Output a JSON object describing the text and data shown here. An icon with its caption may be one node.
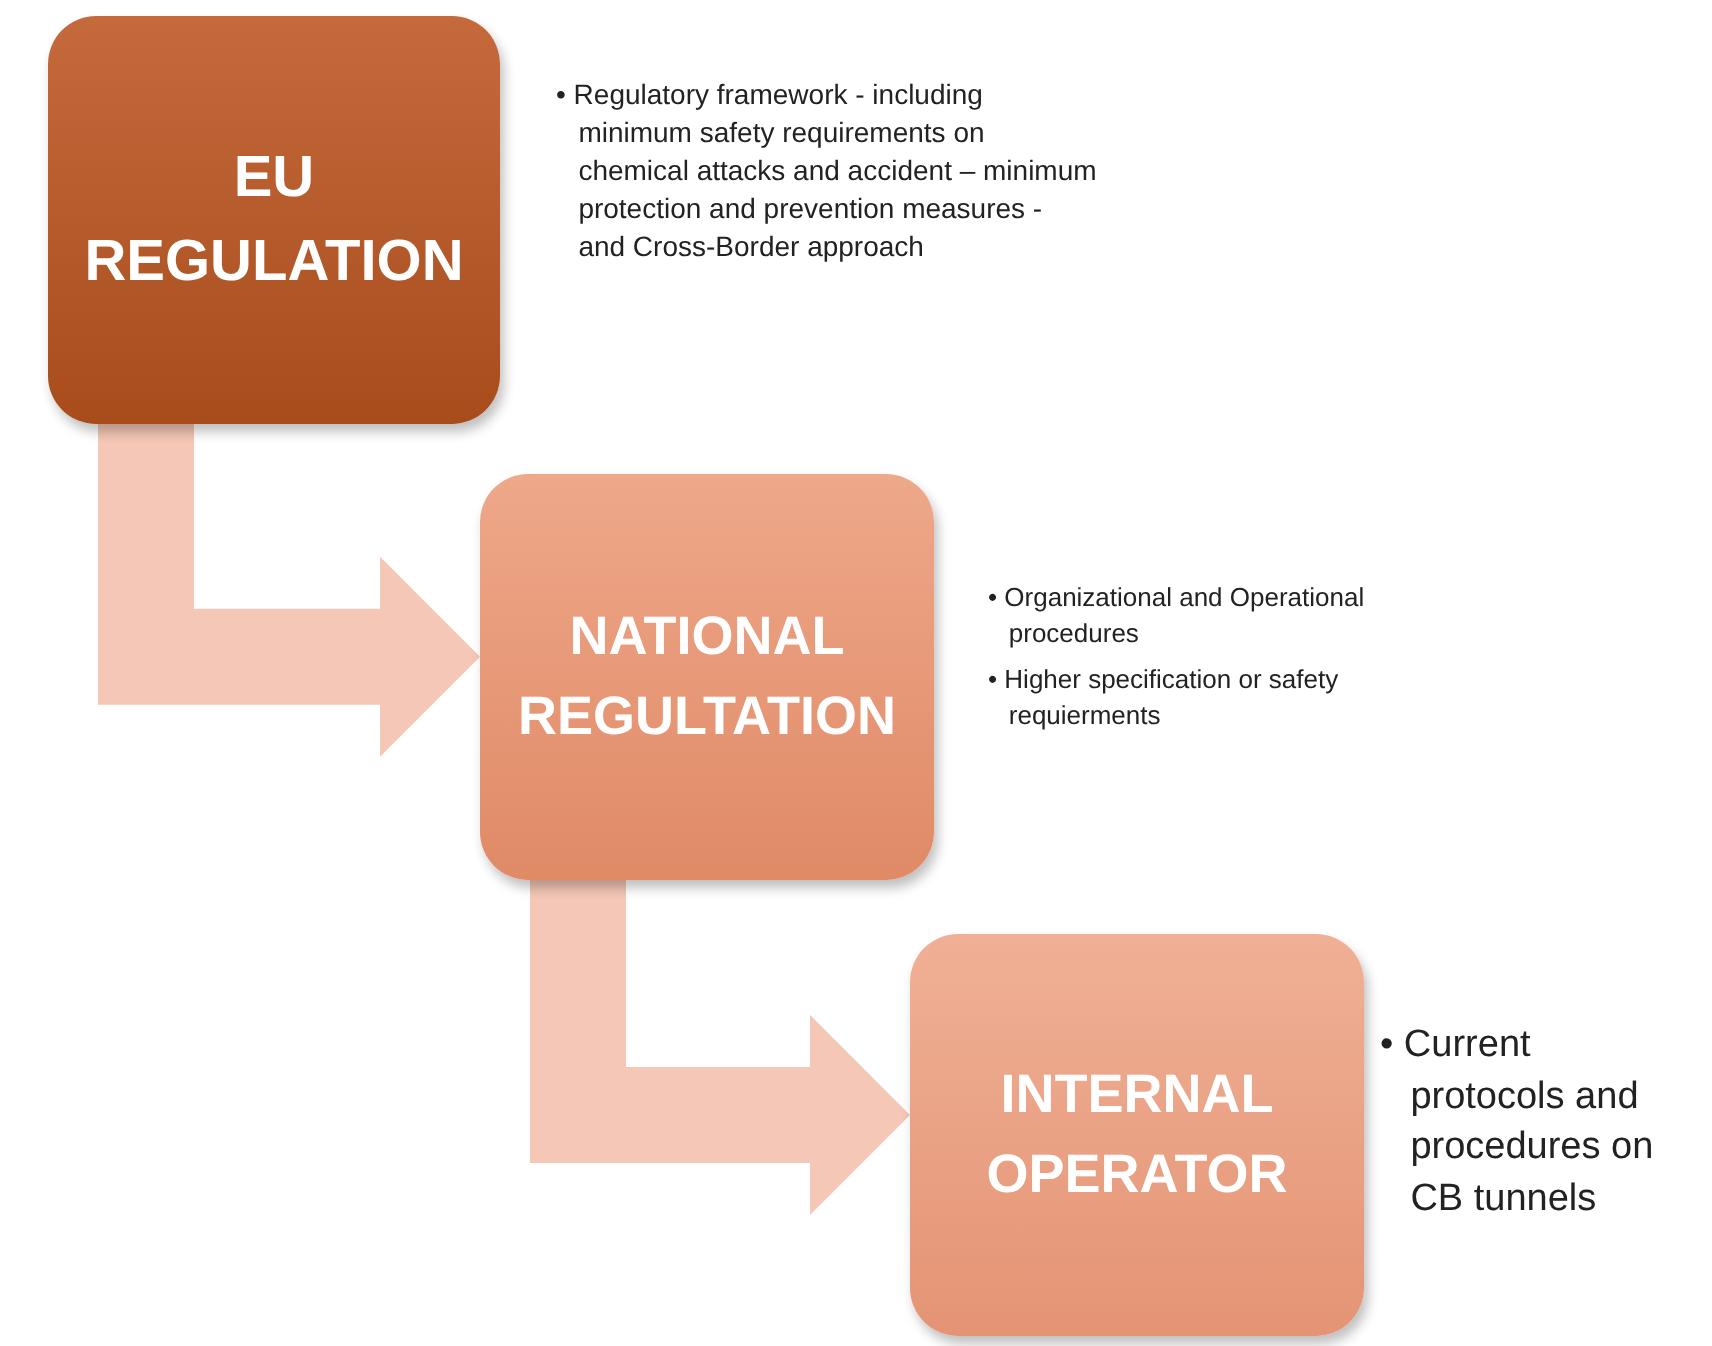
{
  "diagram": {
    "nodes": [
      {
        "text": [
          "EU REGULATION"
        ],
        "beside": [
          "• Regulatory framework - including minimum safety requirements on chemical attacks and accident – minimum protection and prevention measures -  and Cross-Border approach"
        ]
      },
      {
        "text": [
          "NATIONAL REGULTATION"
        ],
        "beside": [
          "• Organizational and Operational procedures",
          "• Higher specification or safety requierments"
        ]
      },
      {
        "text": [
          "INTERNAL OPERATOR"
        ],
        "beside": [
          "• Current protocols and procedures on CB tunnels"
        ]
      }
    ],
    "edges": [
      {
        "from": 0,
        "to": 1,
        "arrow": "to"
      },
      {
        "from": 1,
        "to": 2,
        "arrow": "to"
      }
    ]
  }
}
